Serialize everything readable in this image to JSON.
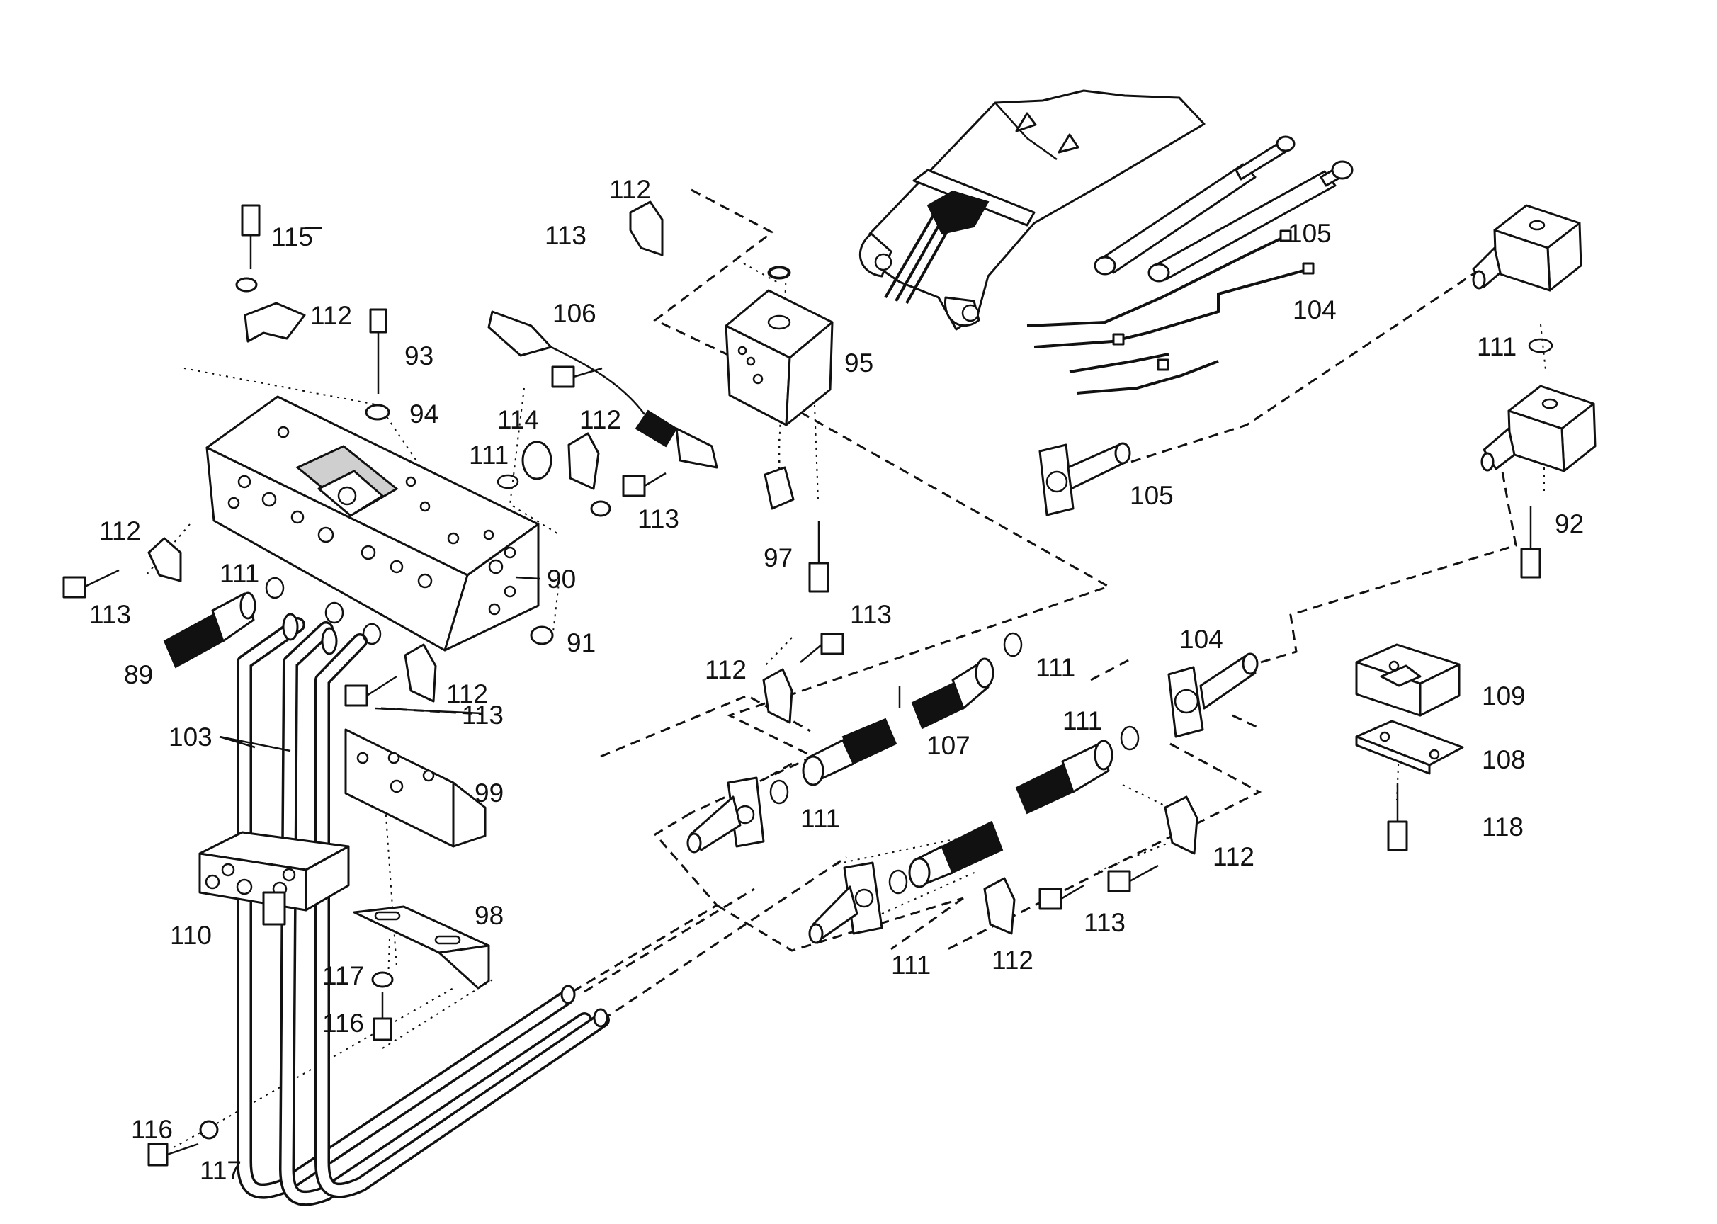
{
  "callouts": [
    {
      "id": "c115",
      "text": "115"
    },
    {
      "id": "c112a",
      "text": "112"
    },
    {
      "id": "c93",
      "text": "93"
    },
    {
      "id": "c94",
      "text": "94"
    },
    {
      "id": "c113a",
      "text": "113"
    },
    {
      "id": "c112b",
      "text": "112"
    },
    {
      "id": "c106",
      "text": "106"
    },
    {
      "id": "c95",
      "text": "95"
    },
    {
      "id": "c114",
      "text": "114"
    },
    {
      "id": "c112c",
      "text": "112"
    },
    {
      "id": "c111a",
      "text": "111"
    },
    {
      "id": "c113b",
      "text": "113"
    },
    {
      "id": "c97",
      "text": "97"
    },
    {
      "id": "c112d",
      "text": "112"
    },
    {
      "id": "c113c",
      "text": "113"
    },
    {
      "id": "c111b",
      "text": "111"
    },
    {
      "id": "c90",
      "text": "90"
    },
    {
      "id": "c89",
      "text": "89"
    },
    {
      "id": "c91",
      "text": "91"
    },
    {
      "id": "c112e",
      "text": "112"
    },
    {
      "id": "c113d",
      "text": "113"
    },
    {
      "id": "c103",
      "text": "103"
    },
    {
      "id": "c99",
      "text": "99"
    },
    {
      "id": "c110",
      "text": "110"
    },
    {
      "id": "c98",
      "text": "98"
    },
    {
      "id": "c117a",
      "text": "117"
    },
    {
      "id": "c116a",
      "text": "116"
    },
    {
      "id": "c116b",
      "text": "116"
    },
    {
      "id": "c117b",
      "text": "117"
    },
    {
      "id": "c113e",
      "text": "113"
    },
    {
      "id": "c112f",
      "text": "112"
    },
    {
      "id": "c111c",
      "text": "111"
    },
    {
      "id": "c107",
      "text": "107"
    },
    {
      "id": "c111d",
      "text": "111"
    },
    {
      "id": "c104a",
      "text": "104"
    },
    {
      "id": "c111e",
      "text": "111"
    },
    {
      "id": "c112g",
      "text": "112"
    },
    {
      "id": "c113f",
      "text": "113"
    },
    {
      "id": "c111f",
      "text": "111"
    },
    {
      "id": "c112h",
      "text": "112"
    },
    {
      "id": "c105a",
      "text": "105"
    },
    {
      "id": "c104b",
      "text": "104"
    },
    {
      "id": "c111g",
      "text": "111"
    },
    {
      "id": "c105b",
      "text": "105"
    },
    {
      "id": "c92",
      "text": "92"
    },
    {
      "id": "c109",
      "text": "109"
    },
    {
      "id": "c108",
      "text": "108"
    },
    {
      "id": "c118",
      "text": "118"
    }
  ]
}
